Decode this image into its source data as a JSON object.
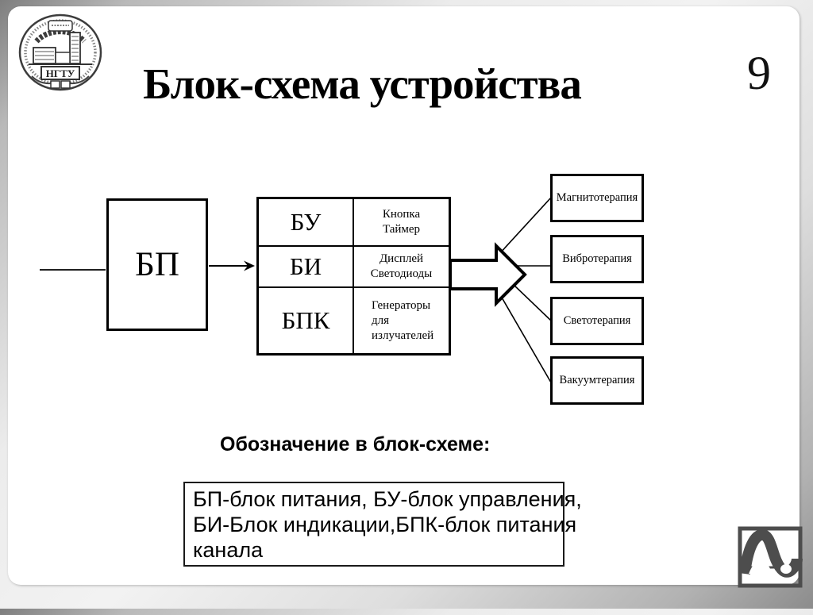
{
  "slide": {
    "title": "Блок-схема устройства",
    "page_number": "9"
  },
  "logos": {
    "university_abbr": "НГТУ"
  },
  "diagram": {
    "power_block_label": "БП",
    "control_table": {
      "rows": [
        {
          "abbr": "БУ",
          "desc": [
            "Кнопка",
            "Таймер"
          ]
        },
        {
          "abbr": "БИ",
          "desc": [
            "Дисплей",
            "Светодиоды"
          ]
        },
        {
          "abbr": "БПК",
          "desc": [
            "Генераторы",
            "для",
            "излучателей"
          ]
        }
      ]
    },
    "therapy_channels": [
      "Магнитотерапия",
      "Вибротерапия",
      "Светотерапия",
      "Вакуумтерапия"
    ]
  },
  "legend": {
    "heading": "Обозначение в блок-схеме:",
    "lines": [
      "БП-блок питания, БУ-блок управления,",
      "БИ-Блок индикации,БПК-блок питания",
      "канала"
    ]
  },
  "colors": {
    "ink": "#000000",
    "logo_gray": "#4d4d4d"
  }
}
